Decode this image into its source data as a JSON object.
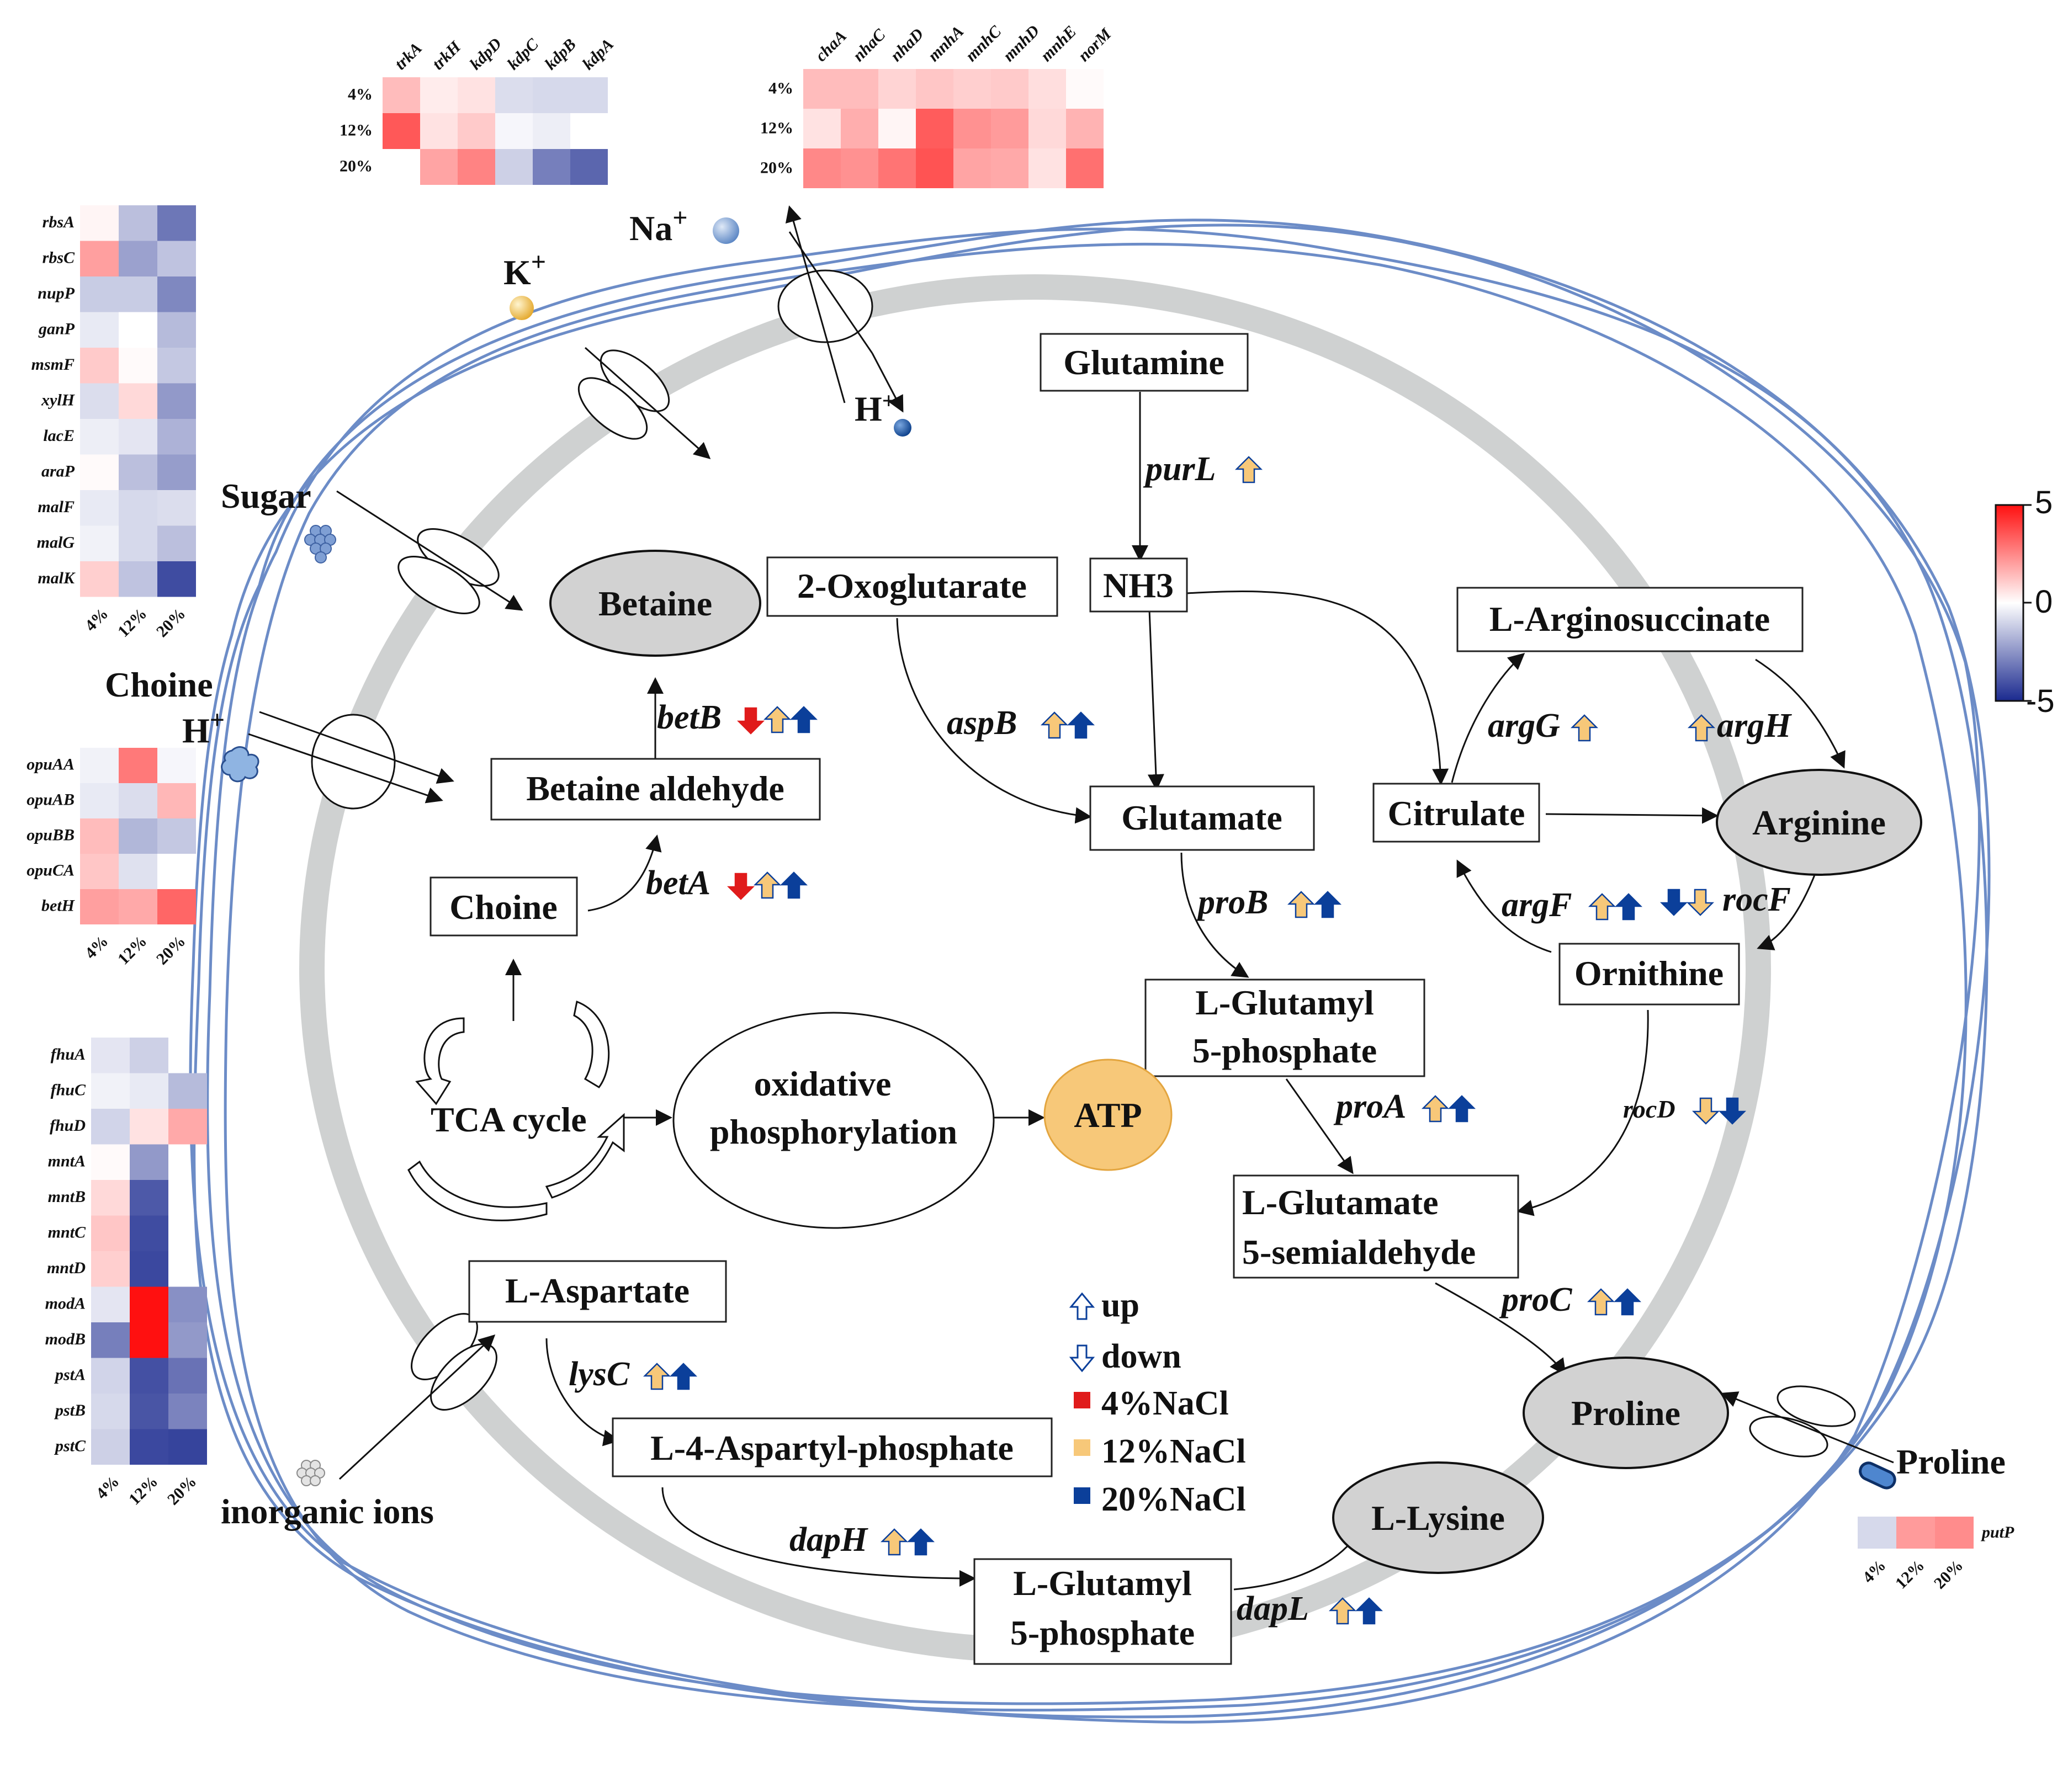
{
  "colors": {
    "up_arrow_fill": "#f7c879",
    "down_arrow_fill": "#0b3f9a",
    "red": "#e01b1b",
    "membrane": "#6c8cc7",
    "cell_wall": "#cfd1d1",
    "atp": "#f7c879",
    "metabolite_gray": "#d2d2d2"
  },
  "scale": {
    "max": "5",
    "mid": "0",
    "min": "-5"
  },
  "legend": {
    "up": "up",
    "down": "down",
    "nacl4": "4%NaCl",
    "nacl12": "12%NaCl",
    "nacl20": "20%NaCl"
  },
  "ions": {
    "na": "Na",
    "na_sup": "+",
    "k": "K",
    "k_sup": "+",
    "h1": "H",
    "h1_sup": "+",
    "h2": "H",
    "h2_sup": "+",
    "sugar": "Sugar",
    "choine": "Choine",
    "inorganic": "inorganic ions",
    "proline": "Proline"
  },
  "nodes": {
    "glutamine": "Glutamine",
    "nh3": "NH3",
    "oxoglutarate": "2-Oxoglutarate",
    "betaine": "Betaine",
    "betaine_aldehyde": "Betaine aldehyde",
    "choine": "Choine",
    "glutamate": "Glutamate",
    "arginosuccinate": "L-Arginosuccinate",
    "citrulate": "Citrulate",
    "arginine": "Arginine",
    "ornithine": "Ornithine",
    "glutamyl_1": "L-Glutamyl",
    "glutamyl_2": "5-phosphate",
    "tca": "TCA cycle",
    "oxphos_1": "oxidative",
    "oxphos_2": "phosphorylation",
    "atp": "ATP",
    "semialdehyde_1": "L-Glutamate",
    "semialdehyde_2": "5-semialdehyde",
    "proline": "Proline",
    "aspartate": "L-Aspartate",
    "aspartyl": "L-4-Aspartyl-phosphate",
    "lysine": "L-Lysine",
    "glutamyl_b1": "L-Glutamyl",
    "glutamyl_b2": "5-phosphate"
  },
  "genes": {
    "purL": "purL",
    "betB": "betB",
    "aspB": "aspB",
    "betA": "betA",
    "proB": "proB",
    "argG": "argG",
    "argH": "argH",
    "argF": "argF",
    "rocF": "rocF",
    "proA": "proA",
    "rocD": "rocD",
    "proC": "proC",
    "lysC": "lysC",
    "dapH": "dapH",
    "dapL": "dapL"
  },
  "heatmaps": {
    "sugar": {
      "rows": [
        "rbsA",
        "rbsC",
        "nupP",
        "ganP",
        "msmF",
        "xylH",
        "lacE",
        "araP",
        "malF",
        "malG",
        "malK"
      ],
      "cols": [
        "4%",
        "12%",
        "20%"
      ],
      "values": [
        [
          0.2,
          -1.5,
          -3.2
        ],
        [
          2,
          -2.2,
          -1.4
        ],
        [
          -1.2,
          -1.2,
          -2.8
        ],
        [
          -0.5,
          0,
          -1.6
        ],
        [
          1.1,
          0.1,
          -1.3
        ],
        [
          -0.8,
          0.8,
          -2.4
        ],
        [
          -0.4,
          -0.6,
          -1.8
        ],
        [
          0.1,
          -1.5,
          -2.3
        ],
        [
          -0.5,
          -0.9,
          -0.8
        ],
        [
          -0.3,
          -0.9,
          -1.5
        ],
        [
          1,
          -1.4,
          -4.2
        ]
      ]
    },
    "choine": {
      "rows": [
        "opuAA",
        "opuAB",
        "opuBB",
        "opuCA",
        "betH"
      ],
      "cols": [
        "4%",
        "12%",
        "20%"
      ],
      "values": [
        [
          -0.3,
          2.8,
          -0.2
        ],
        [
          -0.5,
          -0.8,
          1.5
        ],
        [
          1.4,
          -1.7,
          -1.3
        ],
        [
          1.2,
          -0.7,
          null
        ],
        [
          2,
          1.8,
          3.2
        ]
      ]
    },
    "ions": {
      "rows": [
        "fhuA",
        "fhuC",
        "fhuD",
        "mntA",
        "mntB",
        "mntC",
        "mntD",
        "modA",
        "modB",
        "pstA",
        "pstB",
        "pstC"
      ],
      "cols": [
        "4%",
        "12%",
        "20%"
      ],
      "values": [
        [
          -0.6,
          -1.1,
          null
        ],
        [
          -0.3,
          -0.5,
          -1.6
        ],
        [
          -1,
          0.6,
          1.8
        ],
        [
          0.1,
          -2.4,
          null
        ],
        [
          0.8,
          -3.9,
          null
        ],
        [
          1.2,
          -4.2,
          null
        ],
        [
          1,
          -4.3,
          null
        ],
        [
          -0.6,
          5,
          -2.6
        ],
        [
          -3,
          5,
          -2.4
        ],
        [
          -1,
          -4.1,
          -3.3
        ],
        [
          -0.9,
          -4,
          -2.9
        ],
        [
          -1.1,
          -4.3,
          -4.4
        ]
      ]
    },
    "potassium": {
      "rows": [
        "4%",
        "12%",
        "20%"
      ],
      "cols": [
        "trkA",
        "trkH",
        "kdpD",
        "kdpC",
        "kdpB",
        "kdpA"
      ],
      "values": [
        [
          1.4,
          0.4,
          0.6,
          -0.8,
          -0.9,
          -0.9
        ],
        [
          3.5,
          0.6,
          1.1,
          -0.2,
          -0.4,
          null
        ],
        [
          null,
          1.9,
          2.6,
          -1.1,
          -3,
          -3.6
        ]
      ]
    },
    "sodium": {
      "rows": [
        "4%",
        "12%",
        "20%"
      ],
      "cols": [
        "chaA",
        "nhaC",
        "nhaD",
        "mnhA",
        "mnhC",
        "mnhD",
        "mnhE",
        "norM"
      ],
      "values": [
        [
          1.4,
          1.4,
          0.9,
          1.2,
          1,
          1.1,
          0.7,
          0.1
        ],
        [
          0.6,
          1.7,
          0.2,
          3.4,
          2.3,
          2.1,
          0.8,
          1.6
        ],
        [
          2.5,
          2.3,
          2.9,
          3.6,
          1.9,
          1.8,
          0.6,
          3
        ]
      ]
    },
    "proline": {
      "rows": [
        "putP"
      ],
      "cols": [
        "4%",
        "12%",
        "20%"
      ],
      "values": [
        [
          -0.9,
          2.1,
          2.4
        ]
      ]
    }
  },
  "indicators": {
    "purL": [
      "u12"
    ],
    "betB": [
      "d4",
      "u12",
      "u20"
    ],
    "aspB": [
      "u12",
      "u20"
    ],
    "betA": [
      "d4",
      "u12",
      "u20"
    ],
    "proB": [
      "u12",
      "u20"
    ],
    "argG": [
      "u12"
    ],
    "argH": [
      "u12"
    ],
    "argF": [
      "u12",
      "u20"
    ],
    "rocF": [
      "d20",
      "d12"
    ],
    "proA": [
      "u12",
      "u20"
    ],
    "rocD": [
      "d12",
      "d20"
    ],
    "proC": [
      "u12",
      "u20"
    ],
    "lysC": [
      "u12",
      "u20"
    ],
    "dapH": [
      "u12",
      "u20"
    ],
    "dapL": [
      "u12",
      "u20"
    ]
  }
}
